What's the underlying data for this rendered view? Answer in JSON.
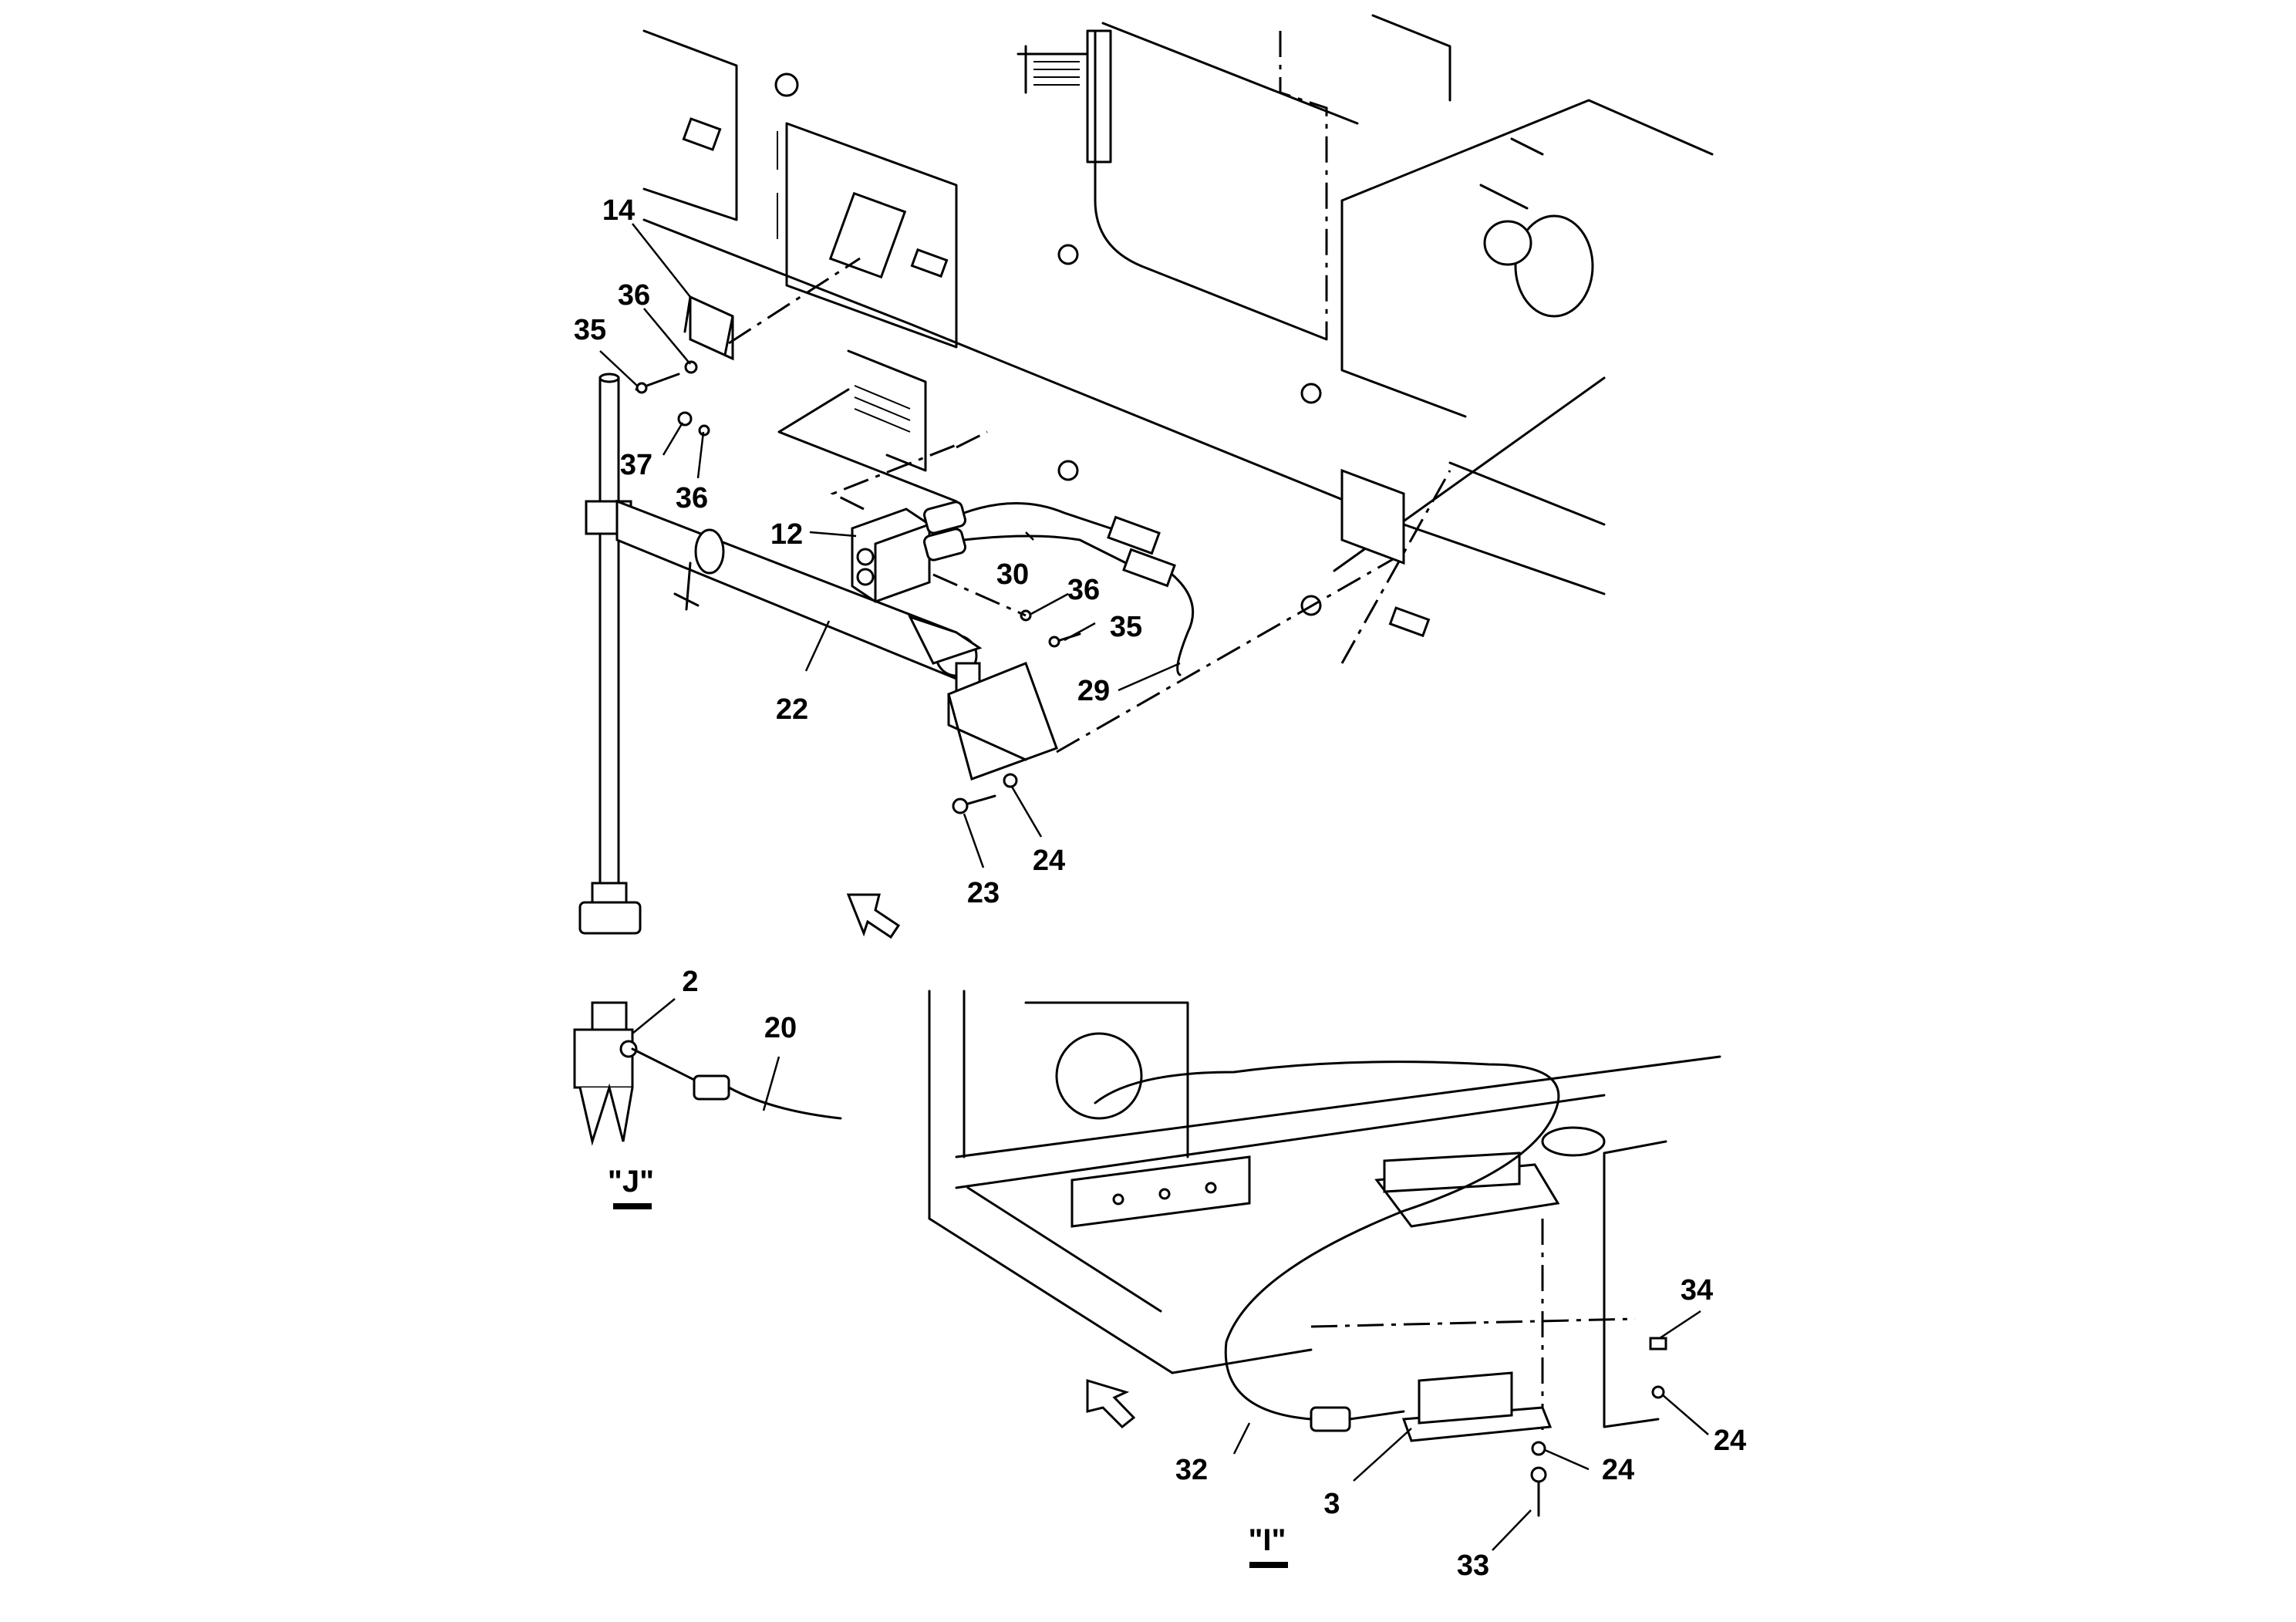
{
  "callouts": {
    "c14": "14",
    "c36a": "36",
    "c35a": "35",
    "c37": "37",
    "c36b": "36",
    "c12": "12",
    "c30": "30",
    "c36c": "36",
    "c35b": "35",
    "c22": "22",
    "c29": "29",
    "c24a": "24",
    "c23": "23",
    "c2": "2",
    "c20": "20",
    "c34": "34",
    "c24b": "24",
    "c24c": "24",
    "c32": "32",
    "c3": "3",
    "c33": "33"
  },
  "views": {
    "view_j": "\"J\"",
    "view_i": "\"I\""
  }
}
